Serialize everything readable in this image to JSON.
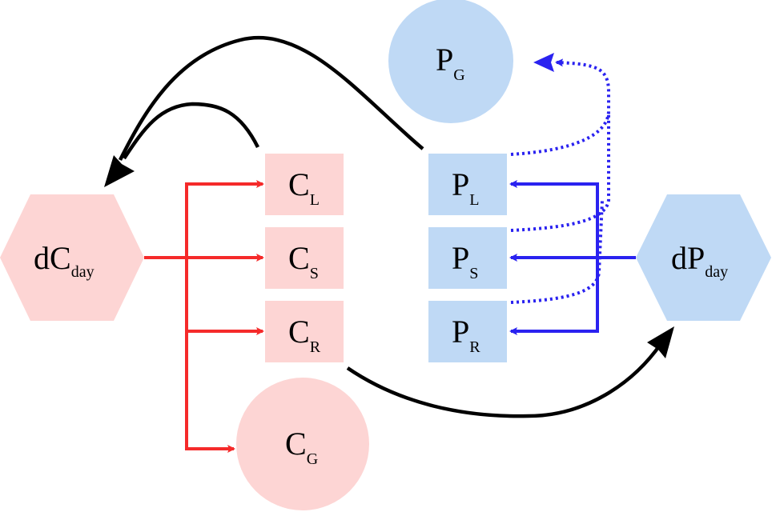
{
  "colors": {
    "carbon_fill": "#fdd5d4",
    "phosphorus_fill": "#bfd9f5",
    "carbon_arrow": "#f52a2a",
    "phosphorus_arrow": "#2a22f0",
    "flux_arrow": "#000000"
  },
  "nodes": {
    "dC_day": {
      "main": "dC",
      "sub": "day"
    },
    "C_L": {
      "main": "C",
      "sub": "L"
    },
    "C_S": {
      "main": "C",
      "sub": "S"
    },
    "C_R": {
      "main": "C",
      "sub": "R"
    },
    "C_G": {
      "main": "C",
      "sub": "G"
    },
    "P_G": {
      "main": "P",
      "sub": "G"
    },
    "P_L": {
      "main": "P",
      "sub": "L"
    },
    "P_S": {
      "main": "P",
      "sub": "S"
    },
    "P_R": {
      "main": "P",
      "sub": "R"
    },
    "dP_day": {
      "main": "dP",
      "sub": "day"
    }
  }
}
